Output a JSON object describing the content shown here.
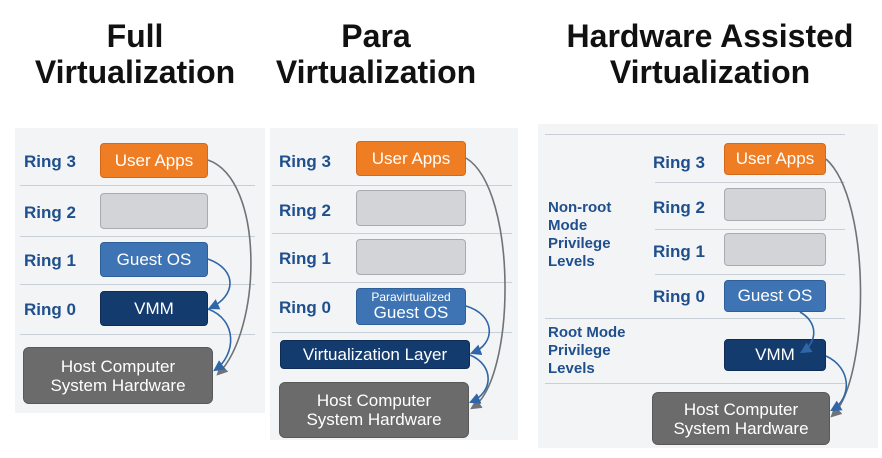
{
  "titles": {
    "full": [
      "Full",
      "Virtualization"
    ],
    "para": [
      "Para",
      "Virtualization"
    ],
    "hw": [
      "Hardware Assisted",
      "Virtualization"
    ]
  },
  "rings": {
    "r3": "Ring 3",
    "r2": "Ring 2",
    "r1": "Ring 1",
    "r0": "Ring 0"
  },
  "full": {
    "user_apps": "User Apps",
    "guest_os": "Guest OS",
    "vmm": "VMM",
    "host": [
      "Host Computer",
      "System Hardware"
    ]
  },
  "para": {
    "user_apps": "User Apps",
    "paravirt_small": "Paravirtualized",
    "paravirt_guest": "Guest OS",
    "virt_layer": "Virtualization Layer",
    "host": [
      "Host Computer",
      "System Hardware"
    ]
  },
  "hw": {
    "nonroot": [
      "Non-root",
      "Mode",
      "Privilege",
      "Levels"
    ],
    "root": [
      "Root Mode",
      "Privilege",
      "Levels"
    ],
    "user_apps": "User Apps",
    "guest_os": "Guest OS",
    "vmm": "VMM",
    "host": [
      "Host Computer",
      "System Hardware"
    ]
  },
  "colors": {
    "orange": "#ef7d23",
    "gray": "#d2d4d8",
    "blue": "#3e74b4",
    "navy": "#143b6e",
    "hardware": "#6b6b6b",
    "ring_text": "#1f4f8c"
  }
}
